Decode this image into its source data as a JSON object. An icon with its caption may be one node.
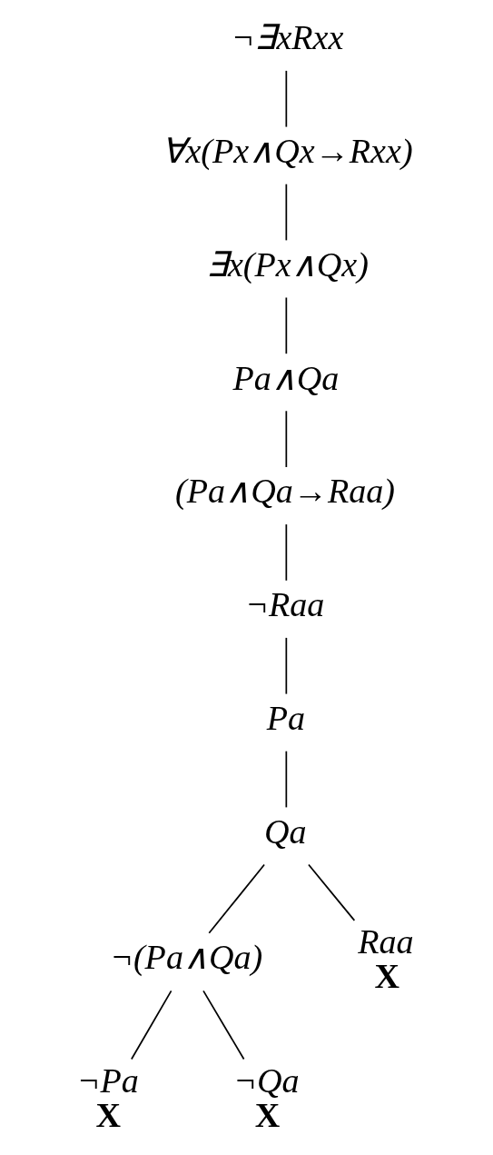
{
  "diagram": {
    "nodes": [
      {
        "text": [
          "¬∃xRxx"
        ]
      },
      {
        "text": [
          "∀x(Px∧Qx→Rxx)"
        ]
      },
      {
        "text": [
          "∃x(Px∧Qx)"
        ]
      },
      {
        "text": [
          "Pa∧Qa"
        ]
      },
      {
        "text": [
          "(Pa∧Qa→Raa)"
        ]
      },
      {
        "text": [
          "¬Raa"
        ]
      },
      {
        "text": [
          "Pa"
        ]
      },
      {
        "text": [
          "Qa"
        ]
      },
      {
        "text": [
          "¬(Pa∧Qa)"
        ]
      },
      {
        "text": [
          "Raa"
        ],
        "beside": [
          "X"
        ]
      },
      {
        "text": [
          "¬Pa"
        ],
        "beside": [
          "X"
        ]
      },
      {
        "text": [
          "¬Qa"
        ],
        "beside": [
          "X"
        ]
      }
    ],
    "edges": [
      {
        "from": 0,
        "to": 1,
        "arrow": "none"
      },
      {
        "from": 1,
        "to": 2,
        "arrow": "none"
      },
      {
        "from": 2,
        "to": 3,
        "arrow": "none"
      },
      {
        "from": 3,
        "to": 4,
        "arrow": "none"
      },
      {
        "from": 4,
        "to": 5,
        "arrow": "none"
      },
      {
        "from": 5,
        "to": 6,
        "arrow": "none"
      },
      {
        "from": 6,
        "to": 7,
        "arrow": "none"
      },
      {
        "from": 7,
        "to": 8,
        "arrow": "none"
      },
      {
        "from": 7,
        "to": 9,
        "arrow": "none"
      },
      {
        "from": 8,
        "to": 10,
        "arrow": "none"
      },
      {
        "from": 8,
        "to": 11,
        "arrow": "none"
      }
    ]
  }
}
